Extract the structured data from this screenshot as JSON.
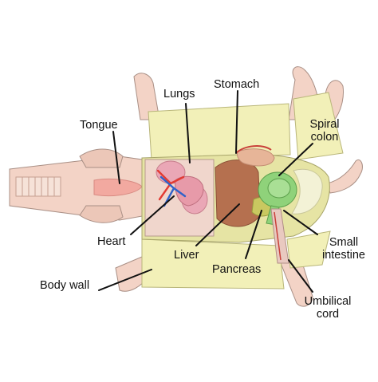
{
  "labels": {
    "tongue": "Tongue",
    "lungs": "Lungs",
    "stomach": "Stomach",
    "spiral_colon_line1": "Spiral",
    "spiral_colon_line2": "colon",
    "heart": "Heart",
    "liver": "Liver",
    "pancreas": "Pancreas",
    "small_intestine_line1": "Small",
    "small_intestine_line2": "intestine",
    "body_wall": "Body wall",
    "umbilical_cord_line1": "Umbilical",
    "umbilical_cord_line2": "cord"
  },
  "colors": {
    "background": "#ffffff",
    "skin": "#f3d3c6",
    "skin_shade": "#e8bba9",
    "body_wall_flap": "#f2f0b8",
    "cavity": "#e6e4a4",
    "liver": "#b5704f",
    "stomach": "#e7b598",
    "spiral_colon": "#8fd27a",
    "pancreas": "#c9c860",
    "heart": "#e79aa9",
    "artery": "#e23b33",
    "vein": "#2f62c9",
    "lung": "#eaa7b6",
    "tongue": "#f2a9a0",
    "intestine": "#f3f2d6",
    "leader_line": "#111111"
  }
}
